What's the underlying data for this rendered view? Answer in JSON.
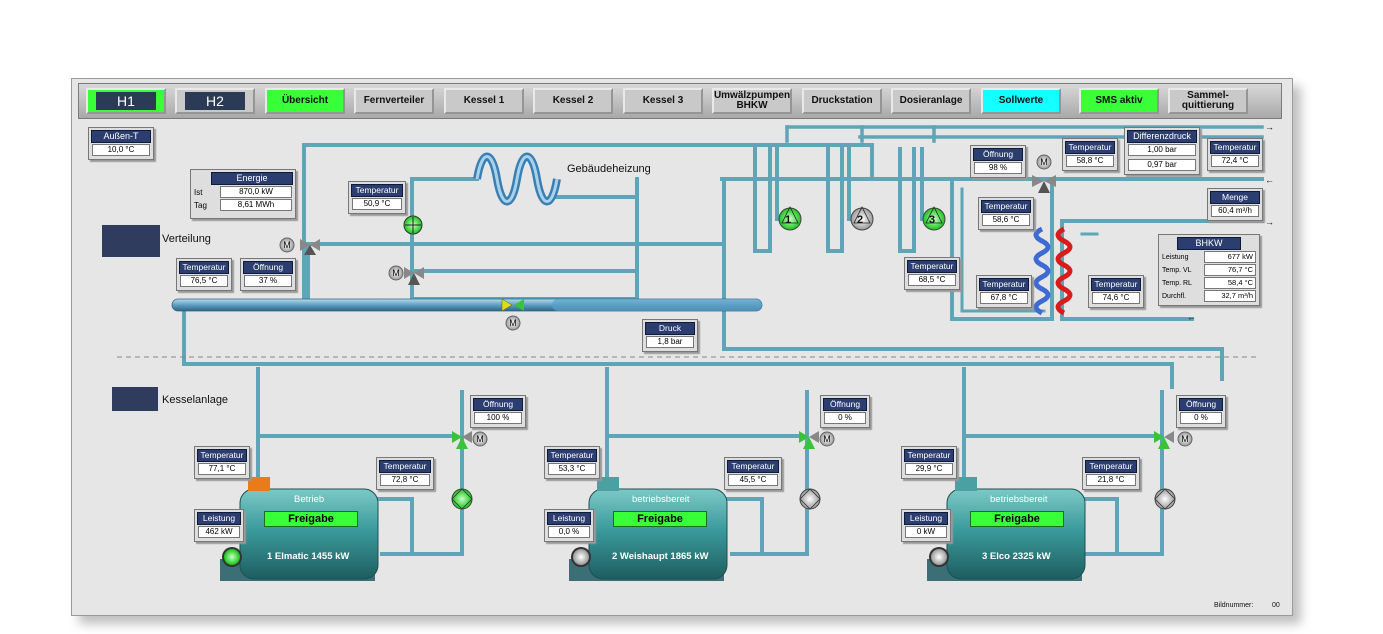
{
  "toolbar": {
    "h1": "H1",
    "h2": "H2",
    "uebersicht": "Übersicht",
    "fernverteiler": "Fernverteiler",
    "kessel1": "Kessel 1",
    "kessel2": "Kessel 2",
    "kessel3": "Kessel 3",
    "umwaelz": "Umwälzpumpen BHKW",
    "druckstation": "Druckstation",
    "dosieranlage": "Dosieranlage",
    "sollwerte": "Sollwerte",
    "sms": "SMS aktiv",
    "sammel": "Sammel- quittierung"
  },
  "aussen": {
    "label": "Außen-T",
    "value": "10,0 °C"
  },
  "energie": {
    "title": "Energie",
    "ist_label": "Ist",
    "ist_value": "870,0 kW",
    "tag_label": "Tag",
    "tag_value": "8,61 MWh"
  },
  "labels": {
    "verteilung": "Verteilung",
    "kesselanlage": "Kesselanlage",
    "gebaeude": "Gebäudeheizung",
    "bildnummer": "Bildnummer:",
    "bildnummer_value": "00"
  },
  "measure": {
    "temp_geb": {
      "label": "Temperatur",
      "value": "50,9 °C"
    },
    "temp_vert": {
      "label": "Temperatur",
      "value": "76,5 °C"
    },
    "oeff_vert": {
      "label": "Öffnung",
      "value": "37 %"
    },
    "druck": {
      "label": "Druck",
      "value": "1,8 bar"
    },
    "oeff_top": {
      "label": "Öffnung",
      "value": "98 %"
    },
    "temp_t1": {
      "label": "Temperatur",
      "value": "58,8 °C"
    },
    "temp_t2": {
      "label": "Temperatur",
      "value": "72,4 °C"
    },
    "temp_hx_in": {
      "label": "Temperatur",
      "value": "58,6 °C"
    },
    "temp_pumps": {
      "label": "Temperatur",
      "value": "68,5 °C"
    },
    "temp_hx_out": {
      "label": "Temperatur",
      "value": "67,8 °C"
    },
    "temp_bhkw": {
      "label": "Temperatur",
      "value": "74,6 °C"
    },
    "menge": {
      "label": "Menge",
      "value": "60,4 m³/h"
    }
  },
  "differenzdruck": {
    "title": "Differenzdruck",
    "v1": "1,00 bar",
    "v2": "0,97 bar"
  },
  "bhkw": {
    "title": "BHKW",
    "rows": [
      {
        "label": "Leistung",
        "value": "677 kW"
      },
      {
        "label": "Temp. VL",
        "value": "76,7 °C"
      },
      {
        "label": "Temp. RL",
        "value": "58,4 °C"
      },
      {
        "label": "Durchfl.",
        "value": "32,7 m³/h"
      }
    ]
  },
  "pumps": [
    "1",
    "2",
    "3"
  ],
  "boilers": [
    {
      "status": "Betrieb",
      "freigabe": "Freigabe",
      "name": "1  Elmatic 1455 kW",
      "temp_label": "Temperatur",
      "temp": "77,1 °C",
      "leist_label": "Leistung",
      "leistung": "462 kW",
      "temp2_label": "Temperatur",
      "temp2": "72,8 °C",
      "oeff_label": "Öffnung",
      "oeffnung": "100 %"
    },
    {
      "status": "betriebsbereit",
      "freigabe": "Freigabe",
      "name": "2  Weishaupt 1865 kW",
      "temp_label": "Temperatur",
      "temp": "53,3 °C",
      "leist_label": "Leistung",
      "leistung": "0,0 %",
      "temp2_label": "Temperatur",
      "temp2": "45,5 °C",
      "oeff_label": "Öffnung",
      "oeffnung": "0 %"
    },
    {
      "status": "betriebsbereit",
      "freigabe": "Freigabe",
      "name": "3  Elco 2325 kW",
      "temp_label": "Temperatur",
      "temp": "29,9 °C",
      "leist_label": "Leistung",
      "leistung": "0 kW",
      "temp2_label": "Temperatur",
      "temp2": "21,8 °C",
      "oeff_label": "Öffnung",
      "oeffnung": "0 %"
    }
  ],
  "motor": "M",
  "colors": {
    "pipe": "#5fa5b8",
    "pipe_dark": "#3a8096",
    "active": "#39ff39",
    "cyan": "#14ffff",
    "label_bg": "#2c3e70",
    "boiler": "#3d9da0"
  }
}
